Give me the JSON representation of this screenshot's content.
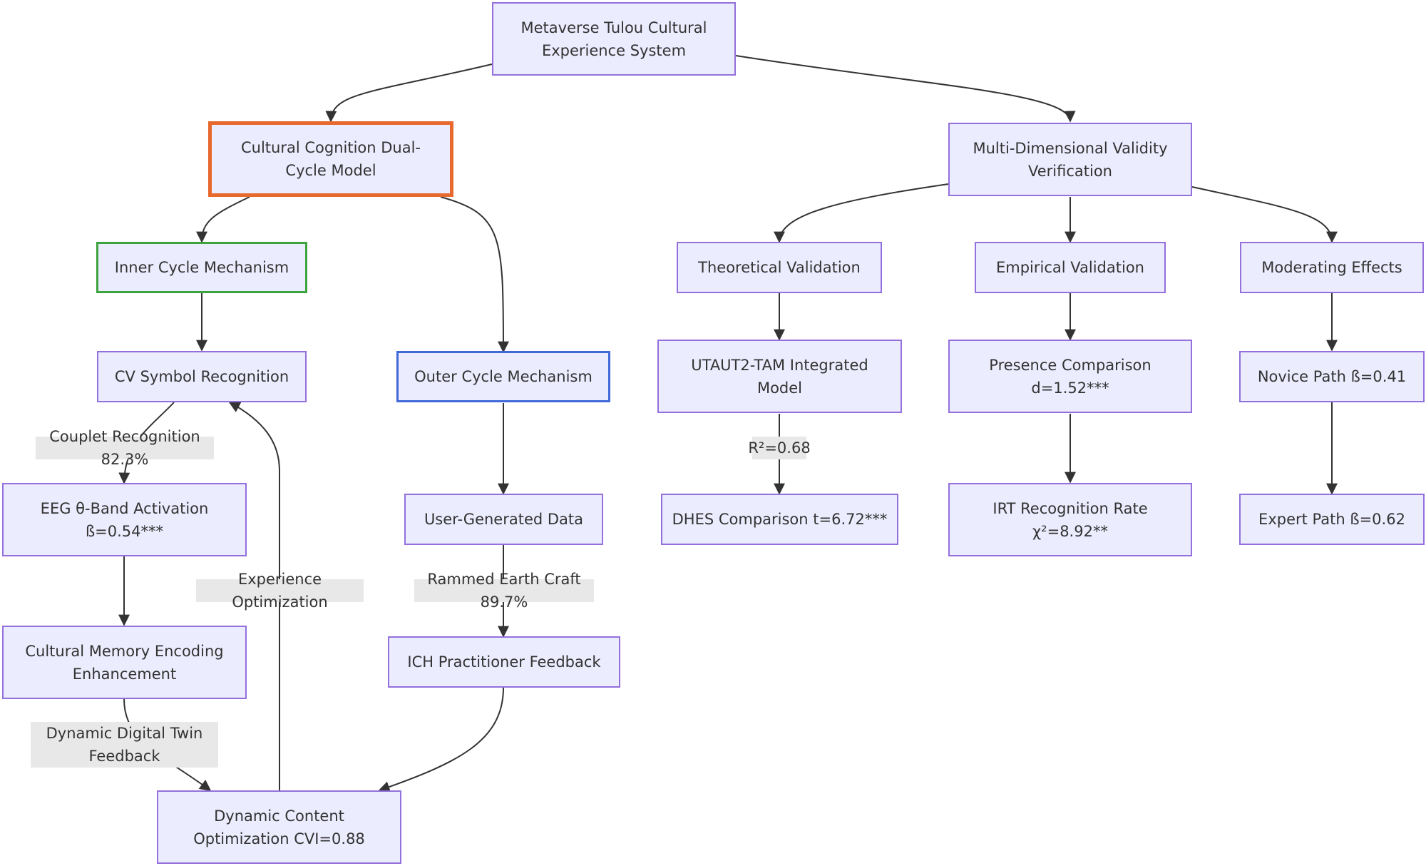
{
  "nodes": {
    "root": "Metaverse Tulou Cultural\nExperience System",
    "dual_cycle": "Cultural Cognition Dual-\nCycle Model",
    "validity": "Multi-Dimensional Validity\nVerification",
    "inner": "Inner Cycle Mechanism",
    "outer": "Outer Cycle Mechanism",
    "cv": "CV Symbol Recognition",
    "eeg": "EEG θ-Band Activation\nß=0.54***",
    "memory": "Cultural Memory Encoding\nEnhancement",
    "dynamic": "Dynamic Content\nOptimization CVI=0.88",
    "ugd": "User-Generated Data",
    "ich": "ICH Practitioner Feedback",
    "theoretical": "Theoretical Validation",
    "empirical": "Empirical Validation",
    "moderating": "Moderating Effects",
    "utaut": "UTAUT2-TAM Integrated\nModel",
    "presence": "Presence Comparison\nd=1.52***",
    "novice": "Novice Path ß=0.41",
    "dhes": "DHES Comparison t=6.72***",
    "irt": "IRT Recognition Rate\nχ²=8.92**",
    "expert": "Expert Path ß=0.62"
  },
  "edge_labels": {
    "couplet": "Couplet Recognition 82.3%",
    "experience": "Experience Optimization",
    "rammed": "Rammed Earth Craft 89.7%",
    "twin": "Dynamic Digital Twin\nFeedback",
    "r2": "R²=0.68"
  },
  "colors": {
    "node_fill": "#ececff",
    "node_border": "#9370db",
    "highlight_orange": "#e8692e",
    "highlight_green": "#3da33d",
    "highlight_blue": "#4169d8",
    "edge": "#333333",
    "label_bg": "#e8e8e8"
  }
}
